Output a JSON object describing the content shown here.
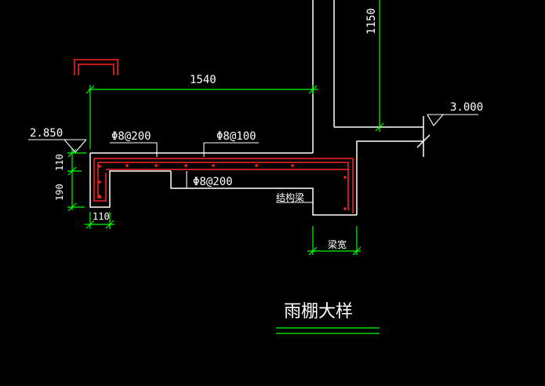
{
  "drawing": {
    "title": "雨棚大样",
    "dimensions": {
      "top_length": "1540",
      "upper_height": "1150",
      "slab_thickness": "110",
      "beam_lower": "190",
      "beam_width": "110",
      "beam_width_label": "梁宽"
    },
    "levels": {
      "left": "2.850",
      "right": "3.000"
    },
    "rebar": {
      "top_left": "Φ8@200",
      "top_right": "Φ8@100",
      "bottom": "Φ8@200"
    },
    "labels": {
      "structural_beam": "结构梁"
    },
    "colors": {
      "background": "#000000",
      "outline": "#ffffff",
      "dimension": "#00ff00",
      "rebar": "#ff2222"
    }
  }
}
